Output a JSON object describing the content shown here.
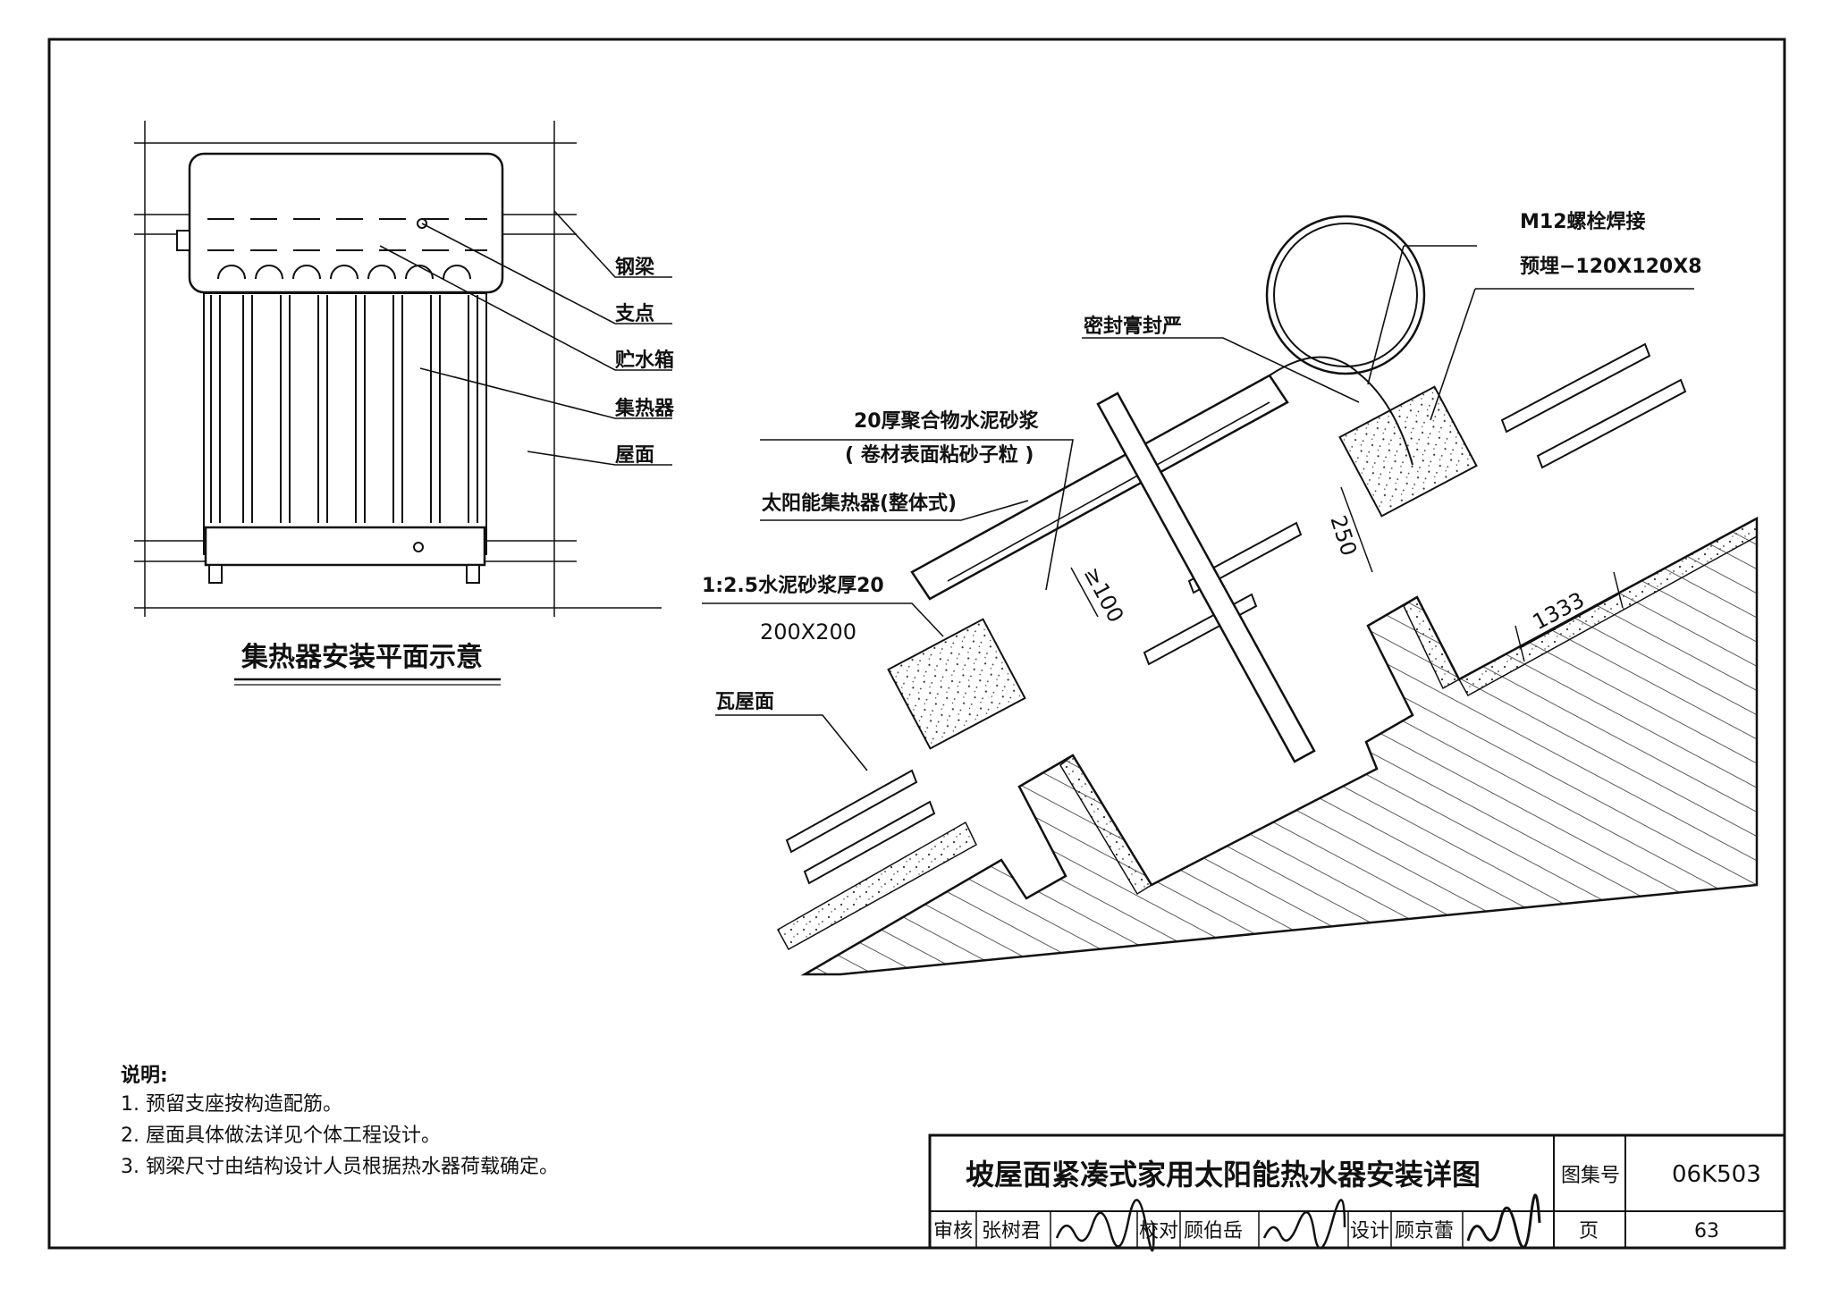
{
  "plan": {
    "title": "集热器安装平面示意",
    "labels": {
      "steel_beam": "钢梁",
      "support_point": "支点",
      "water_tank": "贮水箱",
      "collector": "集热器",
      "roof": "屋面"
    }
  },
  "section": {
    "labels": {
      "bolt_weld": "M12螺栓焊接",
      "embedded_plate": "预埋−120X120X8",
      "sealant": "密封膏封严",
      "polymer_mortar": "20厚聚合物水泥砂浆",
      "membrane_sand": "( 卷材表面粘砂子粒 )",
      "solar_collector": "太阳能集热器(整体式)",
      "cement_mortar": "1:2.5水泥砂浆厚20",
      "pedestal_size": "200X200",
      "tile_roof": "瓦屋面"
    },
    "dims": {
      "d250": "250",
      "d100": "≥100",
      "d1333": "1333"
    }
  },
  "notes": {
    "heading": "说明:",
    "items": [
      "1. 预留支座按构造配筋。",
      "2. 屋面具体做法详见个体工程设计。",
      "3. 钢梁尺寸由结构设计人员根据热水器荷载确定。"
    ]
  },
  "title_block": {
    "drawing_title": "坡屋面紧凑式家用太阳能热水器安装详图",
    "atlas_label": "图集号",
    "atlas_no": "06K503",
    "review_label": "审核",
    "reviewer": "张树君",
    "check_label": "校对",
    "checker": "顾伯岳",
    "design_label": "设计",
    "designer": "顾京蕾",
    "page_label": "页",
    "page_no": "63"
  }
}
